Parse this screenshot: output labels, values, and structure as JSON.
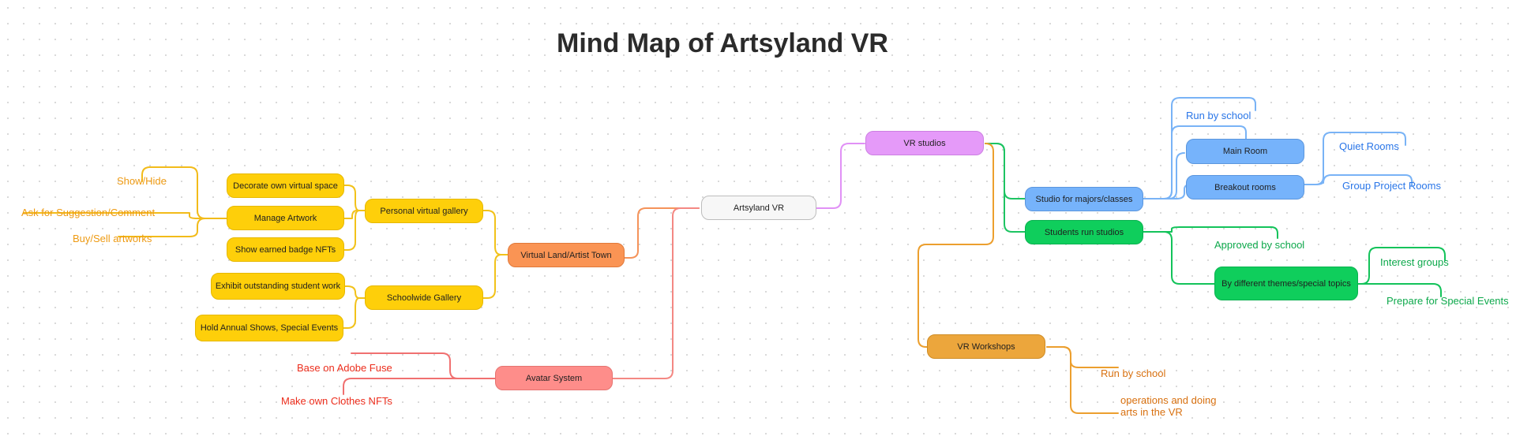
{
  "title": "Mind Map of Artsyland VR",
  "colors": {
    "orange": "#F29A60",
    "yellow": "#F5C518",
    "salmon": "#F2827F",
    "violet": "#DC8CF2",
    "blue": "#7EB6F5",
    "green": "#12C85A",
    "amber": "#E9A43E"
  },
  "nodes": {
    "root": "Artsyland VR",
    "virtual_land": "Virtual Land/Artist Town",
    "personal_gallery": "Personal virtual gallery",
    "decorate": "Decorate own virtual space",
    "manage_artwork": "Manage Artwork",
    "show_badge": "Show earned badge NFTs",
    "schoolwide_gallery": "Schoolwide Gallery",
    "exhibit": "Exhibit outstanding student work",
    "annual_shows": "Hold Annual Shows, Special Events",
    "avatar": "Avatar System",
    "vr_studios": "VR studios",
    "studio_majors": "Studio for majors/classes",
    "main_room": "Main Room",
    "breakout_rooms": "Breakout rooms",
    "students_run": "Students run studios",
    "by_themes": "By different themes/special topics",
    "vr_workshops": "VR Workshops"
  },
  "leaves": {
    "show_hide": "Show/Hide",
    "ask_suggestion": "Ask for Suggestion/Comment",
    "buy_sell": "Buy/Sell artworks",
    "base_adobe": "Base on Adobe Fuse",
    "make_clothes": "Make own Clothes NFTs",
    "run_by_school_top": "Run by school",
    "quiet_rooms": "Quiet Rooms",
    "group_project": "Group Project Rooms",
    "approved": "Approved by school",
    "interest_groups": "Interest groups",
    "prepare_special": "Prepare for Special Events",
    "run_by_school_ws": "Run by school",
    "operations_1": "operations and doing",
    "operations_2": "arts in the VR"
  }
}
